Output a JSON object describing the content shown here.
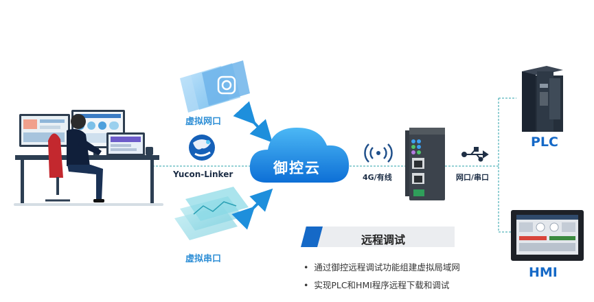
{
  "nodes": {
    "virtual_net_port": "虚拟网口",
    "yucon_linker": "Yucon-Linker",
    "virtual_serial_port": "虚拟串口",
    "cloud": "御控云",
    "link_4g": "4G/有线",
    "link_port": "网口/串口",
    "plc": "PLC",
    "hmi": "HMI"
  },
  "panel": {
    "title": "远程调试",
    "bullets": [
      "通过御控远程调试功能组建虚拟局域网",
      "实现PLC和HMI程序远程下载和调试"
    ]
  },
  "colors": {
    "accent": "#1569c7",
    "cloud": "#1a8fe0",
    "label": "#2f8fd6",
    "line": "#2aa0a8"
  }
}
